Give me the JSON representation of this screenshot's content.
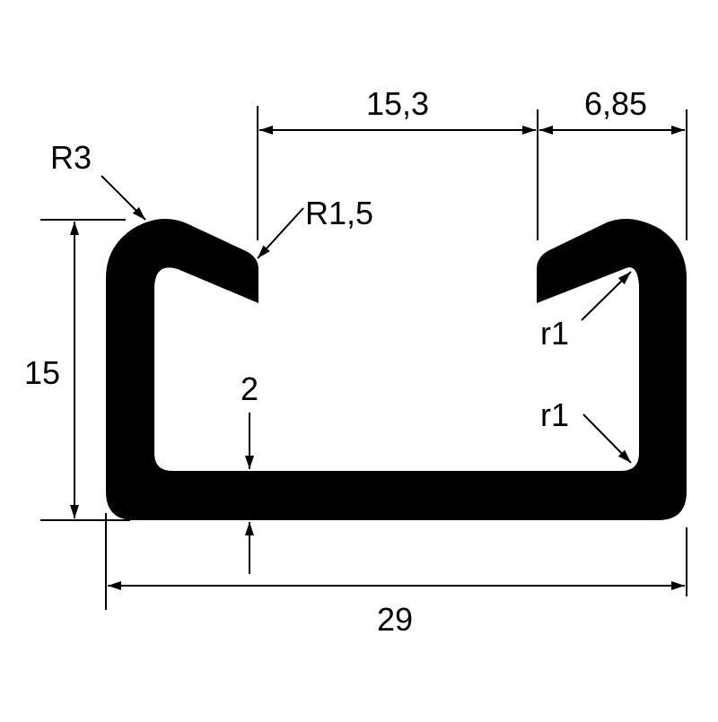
{
  "dimensions": {
    "opening_width": "15,3",
    "lip_width": "6,85",
    "outer_radius": "R3",
    "lip_radius": "R1,5",
    "height": "15",
    "thickness": "2",
    "inner_radius_top": "r1",
    "inner_radius_bottom": "r1",
    "total_width": "29"
  },
  "colors": {
    "profile": "#000000",
    "background": "#ffffff"
  }
}
